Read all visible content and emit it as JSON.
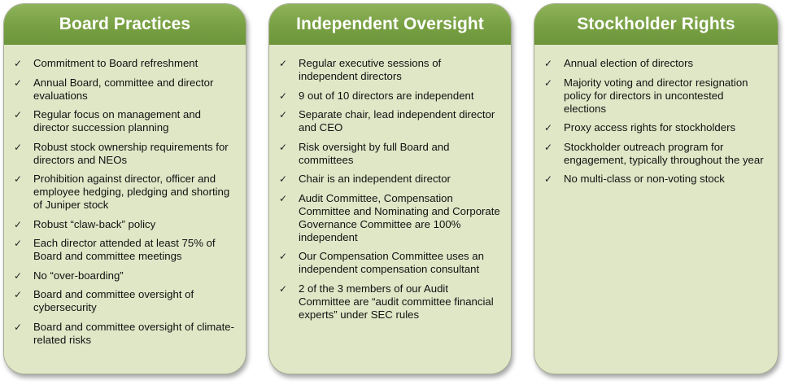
{
  "columns": [
    {
      "title": "Board Practices",
      "items": [
        "Commitment to Board refreshment",
        "Annual Board, committee and director evaluations",
        "Regular focus on management and director succession planning",
        "Robust stock ownership requirements for directors and NEOs",
        "Prohibition against director, officer and employee hedging, pledging and shorting of Juniper stock",
        "Robust “claw-back” policy",
        "Each director attended at least 75% of Board and committee meetings",
        "No “over-boarding”",
        "Board and committee oversight of cybersecurity",
        "Board and committee oversight of climate-related risks"
      ]
    },
    {
      "title": "Independent Oversight",
      "items": [
        "Regular executive sessions of independent directors",
        "9 out of 10 directors are independent",
        "Separate chair, lead independent director and CEO",
        "Risk oversight by full Board and committees",
        "Chair is an independent director",
        "Audit Committee, Compensation Committee and Nominating and Corporate Governance Committee are 100% independent",
        "Our Compensation Committee uses an independent compensation consultant",
        "2 of the 3 members of our Audit Committee are “audit committee financial experts” under SEC rules"
      ]
    },
    {
      "title": "Stockholder Rights",
      "items": [
        "Annual election of directors",
        "Majority voting and director resignation policy for directors in uncontested elections",
        "Proxy access rights for stockholders",
        "Stockholder outreach program for engagement, typically throughout the year",
        "No multi-class or non-voting stock"
      ]
    }
  ],
  "check_glyph": "✓",
  "colors": {
    "header_green": "#78a043",
    "card_background": "#e0e7c7",
    "text": "#111111"
  }
}
